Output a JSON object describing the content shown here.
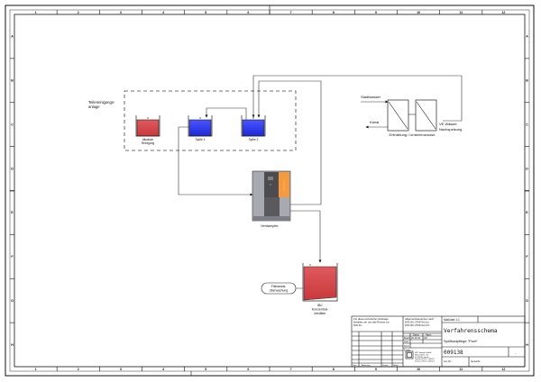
{
  "frame": {
    "columns": [
      "1",
      "2",
      "3",
      "4",
      "5",
      "6",
      "7",
      "8",
      "9",
      "10",
      "11",
      "12"
    ],
    "rows": [
      "A",
      "B",
      "C",
      "D",
      "E",
      "F",
      "G",
      "H"
    ]
  },
  "colors": {
    "tank_red": "#d9464a",
    "tank_blue": "#2d3bff",
    "evaporator_body": "#a8a8b0",
    "evaporator_dark": "#4a4a4e",
    "evaporator_orange": "#f79a3e",
    "line": "#333333"
  },
  "diagram": {
    "cleaning_group_label": [
      "Teilereinigungs-",
      "anlage"
    ],
    "tanks": [
      {
        "label": [
          "Alkalisch",
          "Reinigung"
        ],
        "color": "tank_red"
      },
      {
        "label": [
          "Spüle 1"
        ],
        "color": "tank_blue"
      },
      {
        "label": [
          "Spüle 2"
        ],
        "color": "tank_blue"
      }
    ],
    "water": {
      "input_label": "Stadtwasser",
      "output_label": "Kanal",
      "treatment_label": "Enthärtung / Umkehrosmose",
      "ve_label": "VE Wasser",
      "feed_label": "Nachspeisung"
    },
    "evaporator_label": "Verdampfer",
    "ibc": {
      "label": [
        "IBC",
        "Konzentrat-",
        "behälter"
      ],
      "level_label": [
        "Füllstands-",
        "überwachung"
      ]
    }
  },
  "title_block": {
    "note": [
      "Für diese technische Unterlage",
      "behalten wir uns alle Rechte vor",
      "DIN 34."
    ],
    "tolerances": [
      "Allgemeintoleranzen nach",
      "DIN ISO 2768 Teil 1m",
      "DIN ISO 2768 Teil 2 K"
    ],
    "scale": "Maßstab 1:1",
    "date_header": "Datum",
    "name_header": "Name",
    "row_labels": [
      "Bearb.",
      "Gepr.",
      "Norm"
    ],
    "date_value": "26.10.16",
    "name_value": "LW",
    "drawn_label": "Ersatz",
    "company": [
      "H2O Hunger GmbH",
      "Wiesentalstr. 36",
      "D-79540 Lörrach",
      "Telefon 07621 1 4841-0",
      "Telefax 07621 1 4841-9"
    ],
    "title": "Verfahrensschema",
    "subtitle": "Spülbadpflege \"Pure\"",
    "drawing_number": "009138",
    "revision": "-",
    "article_label": "Art.-Nr.:",
    "weight_label": "Gewicht:",
    "change_headers": [
      "Zust.",
      "Änderung",
      "Datum",
      "Name"
    ]
  }
}
